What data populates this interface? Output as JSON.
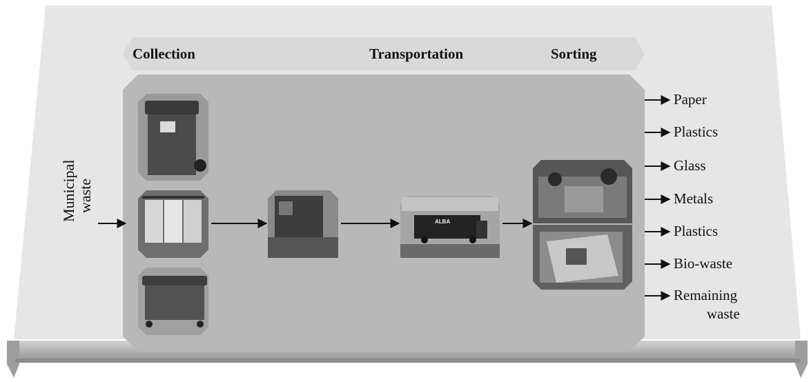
{
  "phases": {
    "collection": "Collection",
    "transportation": "Transportation",
    "sorting": "Sorting"
  },
  "input": {
    "line1": "Municipal",
    "line2": "waste"
  },
  "outputs": [
    "Paper",
    "Plastics",
    "Glass",
    "Metals",
    "Plastics",
    "Bio-waste",
    "Remaining",
    "waste"
  ],
  "photos": {
    "collection": [
      "wheelie-bin-photo",
      "bag-rack-photo",
      "large-container-photo"
    ],
    "transportation": [
      "garbage-truck-rear-photo",
      "garbage-truck-street-photo"
    ],
    "sorting": [
      "manual-sorting-photo",
      "sorting-conveyor-photo"
    ]
  },
  "truck_logo": "ALBA",
  "colors": {
    "background_panel": "#e6e6e6",
    "process_panel": "#b8b8b8",
    "phase_bar": "#d9d9d9",
    "timeline": "#b3b3b3"
  }
}
